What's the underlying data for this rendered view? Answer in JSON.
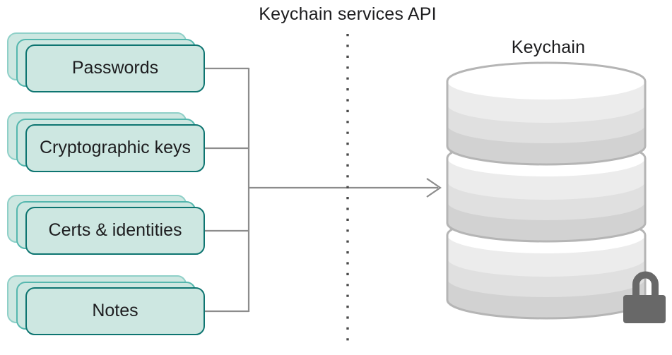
{
  "title": "Keychain services API",
  "cards": [
    {
      "label": "Passwords"
    },
    {
      "label": "Cryptographic keys"
    },
    {
      "label": "Certs & identities"
    },
    {
      "label": "Notes"
    }
  ],
  "database": {
    "label": "Keychain"
  },
  "icons": {
    "database": "database-cylinder-icon",
    "lock": "lock-icon",
    "arrow": "arrow-right-icon",
    "boundary": "api-boundary-dotted-line"
  },
  "colors": {
    "card_fill": "#cde7e1",
    "card_border_front": "#0e7571",
    "card_border_middle": "#55b7ae",
    "card_border_back": "#8fd0c8",
    "connector_line": "#8c8c8c",
    "dotted_line": "#4a4a4a",
    "text": "#1d1d1f",
    "cylinder_border": "#b5b5b5",
    "cylinder_band_light": "#ececec",
    "cylinder_band_mid": "#e0e0e0",
    "cylinder_band_dark": "#d2d2d2",
    "lock": "#686868"
  }
}
